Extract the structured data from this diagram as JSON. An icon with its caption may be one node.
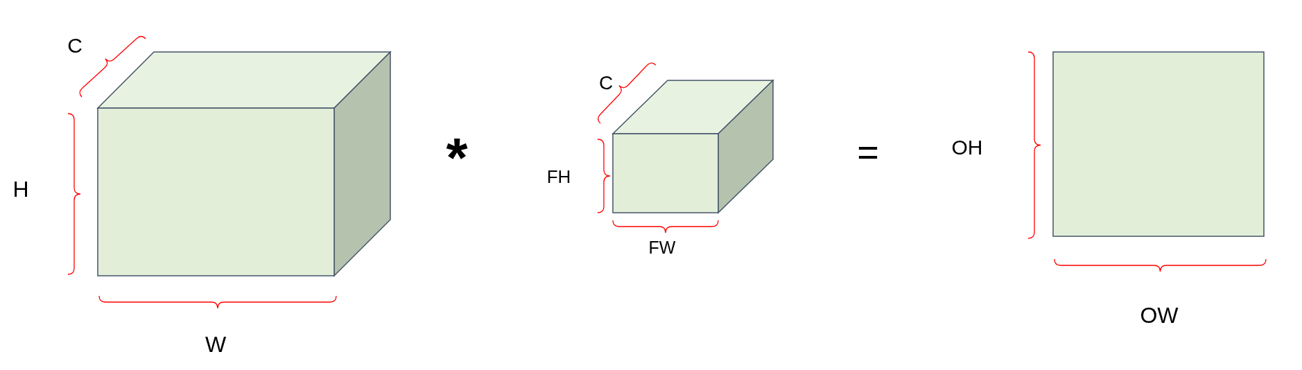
{
  "diagram": {
    "labels": [
      "C",
      "H",
      "W",
      "*",
      "C",
      "FH",
      "FW",
      "=",
      "OH",
      "OW"
    ]
  }
}
